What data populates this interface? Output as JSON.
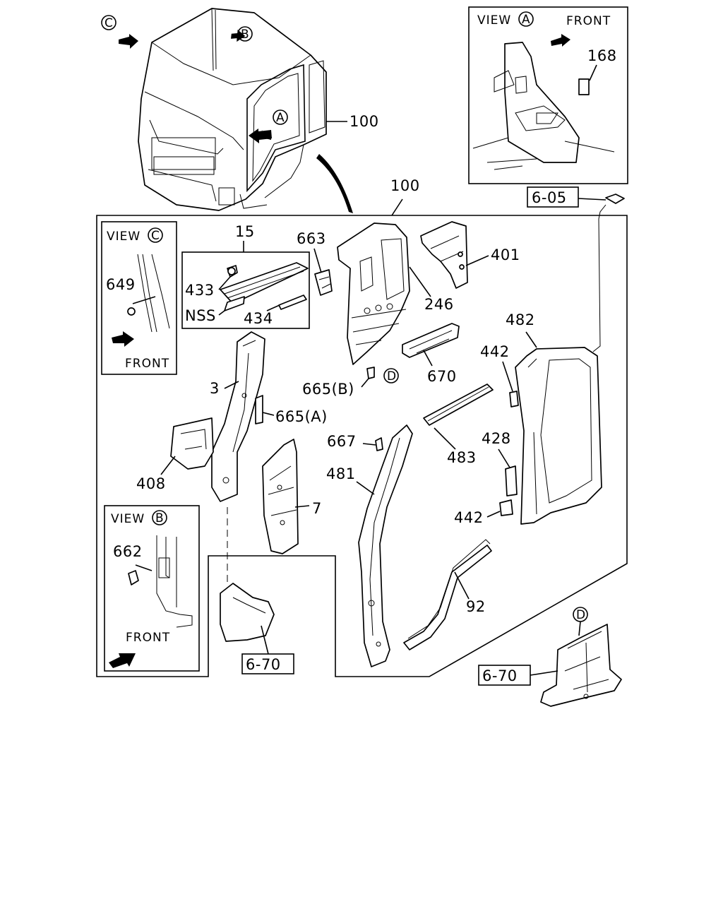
{
  "cab": {
    "view_a_marker": "A",
    "view_b_marker": "B",
    "view_c_marker": "C",
    "label_100": "100"
  },
  "view_a": {
    "title": "VIEW",
    "marker": "A",
    "front_label": "FRONT",
    "part_168": "168"
  },
  "view_c": {
    "title": "VIEW",
    "marker": "C",
    "part_649": "649",
    "front_label": "FRONT"
  },
  "view_b": {
    "title": "VIEW",
    "marker": "B",
    "part_662": "662",
    "front_label": "FRONT"
  },
  "assembly": {
    "label_100": "100",
    "ref_605": "6-05"
  },
  "parts": {
    "p15": "15",
    "p433": "433",
    "nss": "NSS",
    "p434": "434",
    "p663": "663",
    "p246": "246",
    "p401": "401",
    "p665b": "665(B)",
    "marker_d": "D",
    "p670": "670",
    "p3": "3",
    "p665a": "665(A)",
    "p408": "408",
    "p7": "7",
    "p482": "482",
    "p442a": "442",
    "p483": "483",
    "p428": "428",
    "p667": "667",
    "p481": "481",
    "p442b": "442",
    "p92": "92"
  },
  "refs": {
    "ref_670_left": "6-70",
    "ref_670_right": "6-70",
    "marker_d_bottom": "D"
  }
}
